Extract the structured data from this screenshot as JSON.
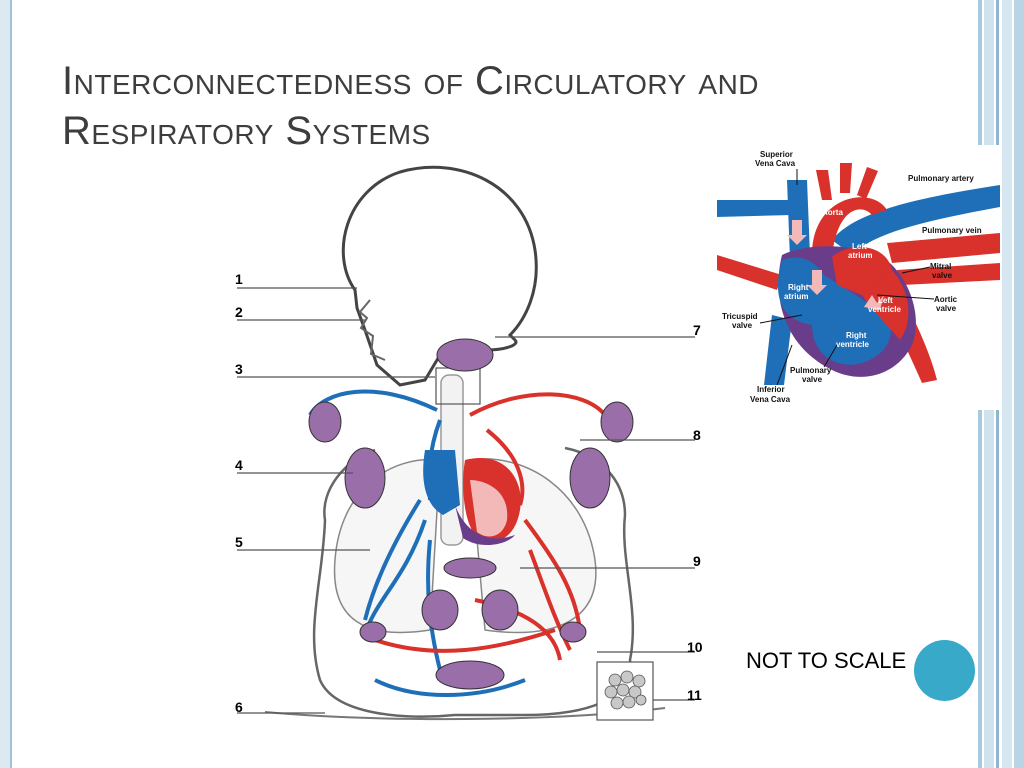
{
  "slide": {
    "title_line1": "Interconnectedness of Circulatory and",
    "title_line2": "Respiratory Systems",
    "scale_note": "NOT TO SCALE"
  },
  "body_diagram": {
    "labels": [
      "1",
      "2",
      "3",
      "4",
      "5",
      "6",
      "7",
      "8",
      "9",
      "10",
      "11"
    ]
  },
  "heart_diagram": {
    "labels": {
      "superior_vena_cava_1": "Superior",
      "superior_vena_cava_2": "Vena Cava",
      "pulmonary_artery": "Pulmonary artery",
      "aorta": "Aorta",
      "pulmonary_vein": "Pulmonary vein",
      "left_atrium_1": "Left",
      "left_atrium_2": "atrium",
      "mitral_valve_1": "Mitral",
      "mitral_valve_2": "valve",
      "right_atrium_1": "Right",
      "right_atrium_2": "atrium",
      "aortic_valve_1": "Aortic",
      "aortic_valve_2": "valve",
      "left_ventricle_1": "Left",
      "left_ventricle_2": "ventricle",
      "tricuspid_valve_1": "Tricuspid",
      "tricuspid_valve_2": "valve",
      "right_ventricle_1": "Right",
      "right_ventricle_2": "ventricle",
      "pulmonary_valve_1": "Pulmonary",
      "pulmonary_valve_2": "valve",
      "inferior_vena_cava_1": "Inferior",
      "inferior_vena_cava_2": "Vena Cava"
    }
  },
  "colors": {
    "oxygenated": "#d9312b",
    "deoxygenated": "#1f6fb8",
    "accent_dot": "#38a9c9",
    "title": "#3d3d3d"
  }
}
